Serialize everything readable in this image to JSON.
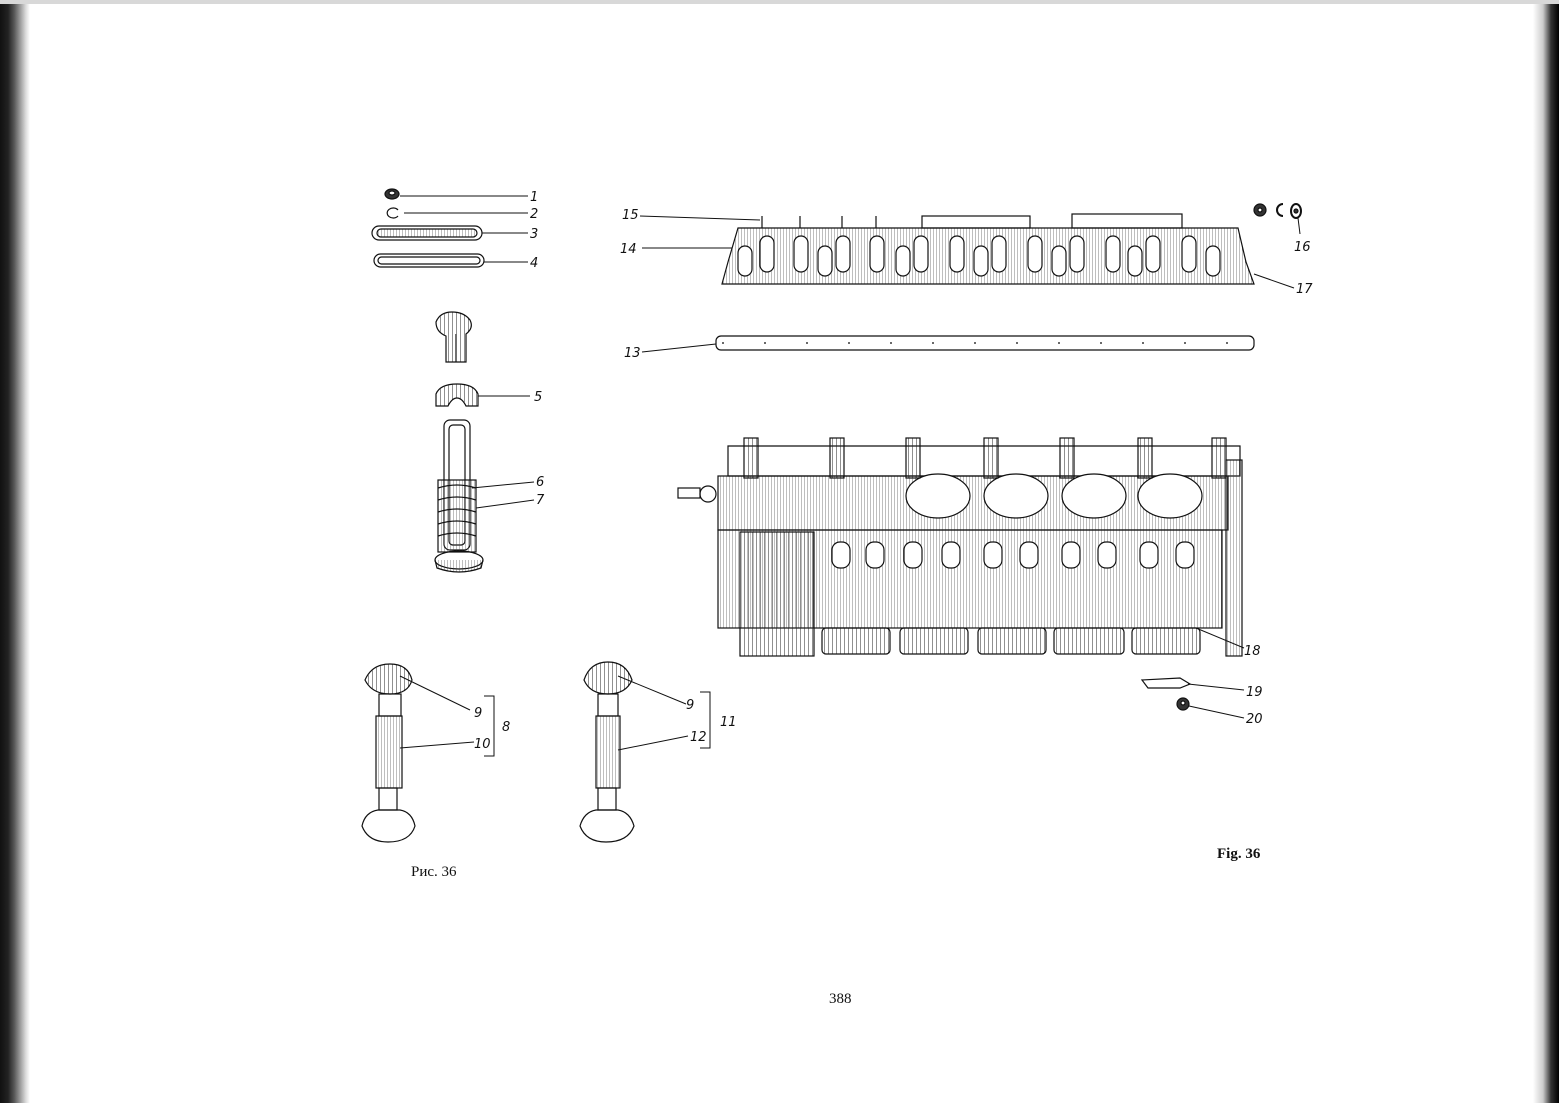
{
  "figure": {
    "caption_ru": "Рис. 36",
    "caption_en": "Fig. 36",
    "callouts": [
      "1",
      "2",
      "3",
      "4",
      "5",
      "6",
      "7",
      "8",
      "9",
      "10",
      "11",
      "12",
      "13",
      "14",
      "15",
      "16",
      "17",
      "18",
      "19",
      "20"
    ]
  },
  "page": {
    "number": "388"
  },
  "colors": {
    "ink": "#111111",
    "paper": "#ffffff"
  }
}
